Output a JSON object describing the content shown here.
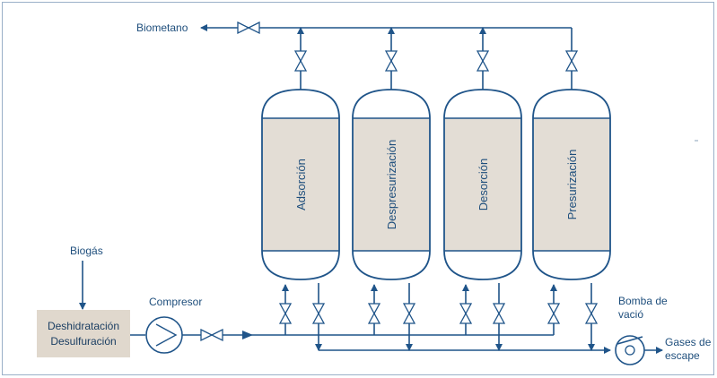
{
  "diagram": {
    "outputs": {
      "biomethane_label": "Biometano",
      "exhaust_label_line1": "Gases de",
      "exhaust_label_line2": "escape"
    },
    "inputs": {
      "biogas_label": "Biogás"
    },
    "pretreatment": {
      "line1": "Deshidratación",
      "line2": "Desulfuración"
    },
    "compressor_label": "Compresor",
    "vacuum_pump_label_line1": "Bomba de",
    "vacuum_pump_label_line2": "vació",
    "columns": [
      {
        "stage": "Adsorción"
      },
      {
        "stage": "Despresurización"
      },
      {
        "stage": "Desorción"
      },
      {
        "stage": "Presurización"
      }
    ],
    "colors": {
      "line": "#1f5489",
      "text": "#1e4e7c",
      "bed_fill": "#e3ddd5",
      "pretreatment_fill": "#e0d8cd",
      "frame": "#9ab0c8"
    }
  }
}
